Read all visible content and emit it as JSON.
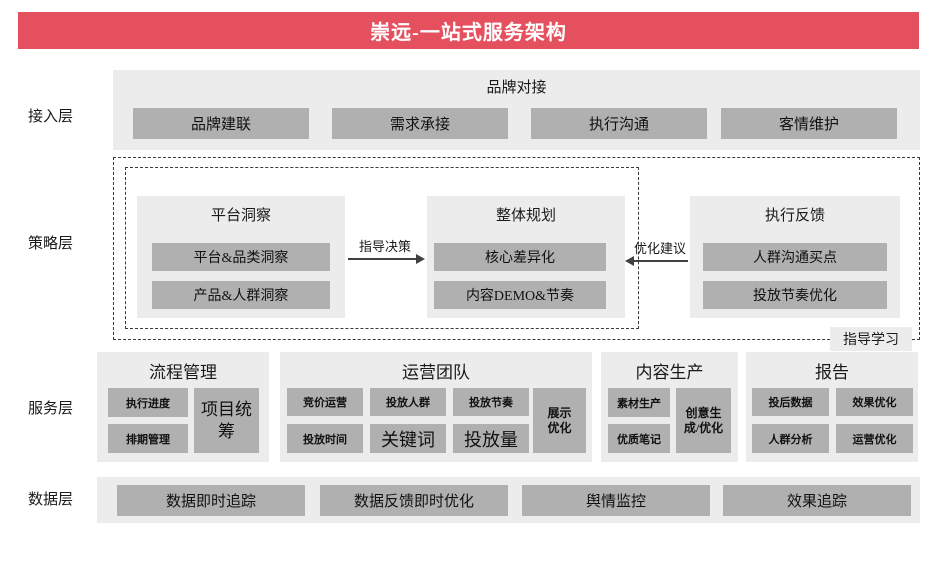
{
  "title": "崇远-一站式服务架构",
  "colors": {
    "banner_red": "#e5505f",
    "box_gray": "#b0b0b0",
    "panel_gray": "#ececec",
    "text": "#1a1a1a"
  },
  "layers": {
    "access_label": "接入层",
    "strategy_label": "策略层",
    "service_label": "服务层",
    "data_label": "数据层"
  },
  "access": {
    "group_title": "品牌对接",
    "boxes": [
      "品牌建联",
      "需求承接",
      "执行沟通",
      "客情维护"
    ]
  },
  "strategy": {
    "groups": [
      {
        "title": "平台洞察",
        "boxes": [
          "平台&品类洞察",
          "产品&人群洞察"
        ]
      },
      {
        "title": "整体规划",
        "boxes": [
          "核心差异化",
          "内容DEMO&节奏"
        ]
      },
      {
        "title": "执行反馈",
        "boxes": [
          "人群沟通买点",
          "投放节奏优化"
        ]
      }
    ],
    "arrow_right_label": "指导决策",
    "arrow_left_label": "优化建议",
    "guide_learn_label": "指导学习"
  },
  "service": {
    "groups": [
      {
        "title": "流程管理",
        "boxes": [
          "执行进度",
          "排期管理"
        ],
        "tall": "项目统筹"
      },
      {
        "title": "运营团队",
        "row1": [
          "竞价运营",
          "投放人群",
          "投放节奏"
        ],
        "row2": [
          "投放时间",
          "关键词",
          "投放量"
        ],
        "tall": "展示优化"
      },
      {
        "title": "内容生产",
        "boxes": [
          "素材生产",
          "优质笔记"
        ],
        "tall": "创意生成/优化"
      },
      {
        "title": "报告",
        "boxes": [
          "投后数据",
          "效果优化",
          "人群分析",
          "运营优化"
        ]
      }
    ]
  },
  "data_layer": {
    "boxes": [
      "数据即时追踪",
      "数据反馈即时优化",
      "舆情监控",
      "效果追踪"
    ]
  }
}
